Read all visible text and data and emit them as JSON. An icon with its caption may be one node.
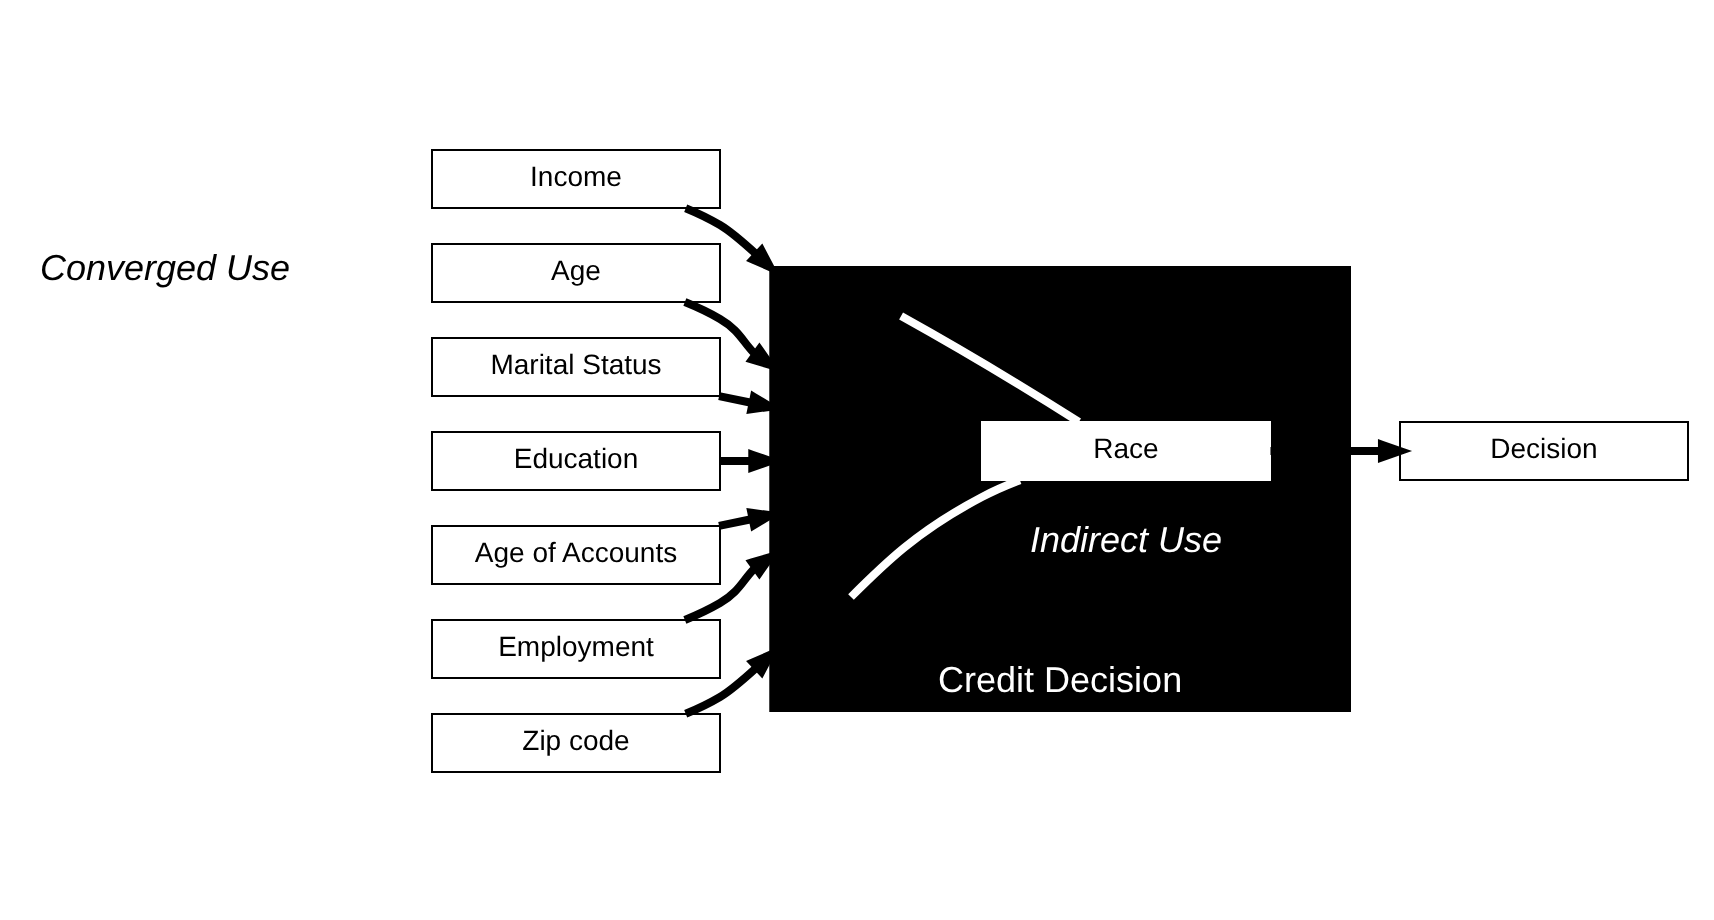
{
  "diagram": {
    "nodes": [
      {
        "text": [
          "Age"
        ]
      },
      {
        "text": [
          "Marital Status"
        ]
      },
      {
        "text": [
          "Income"
        ]
      },
      {
        "text": [
          "Education"
        ]
      },
      {
        "text": [
          "Zip code"
        ]
      },
      {
        "text": [
          "Age of Accounts"
        ]
      },
      {
        "text": [
          "Employment"
        ]
      },
      {
        "text": [
          "Credit Decision"
        ]
      },
      {
        "text": [
          "Race"
        ],
        "in": 7
      },
      {
        "text": [
          "Decision"
        ]
      }
    ],
    "edges": [
      {
        "from": 0,
        "to": 7,
        "arrow": "to"
      },
      {
        "from": 1,
        "to": 7,
        "arrow": "to"
      },
      {
        "from": 2,
        "to": 7,
        "arrow": "to"
      },
      {
        "from": 3,
        "to": 7,
        "arrow": "to"
      },
      {
        "from": 4,
        "to": 7,
        "arrow": "to"
      },
      {
        "from": 5,
        "to": 7,
        "arrow": "to"
      },
      {
        "from": 6,
        "to": 7,
        "arrow": "to"
      },
      {
        "from": 2,
        "to": 8,
        "arrow": "none",
        "color": "#ffffff"
      },
      {
        "from": 4,
        "to": 8,
        "arrow": "none",
        "color": "#ffffff"
      },
      {
        "from": 8,
        "to": 9,
        "arrow": "to"
      }
    ],
    "labels": [
      "Converged Use",
      "Indirect Use"
    ]
  }
}
